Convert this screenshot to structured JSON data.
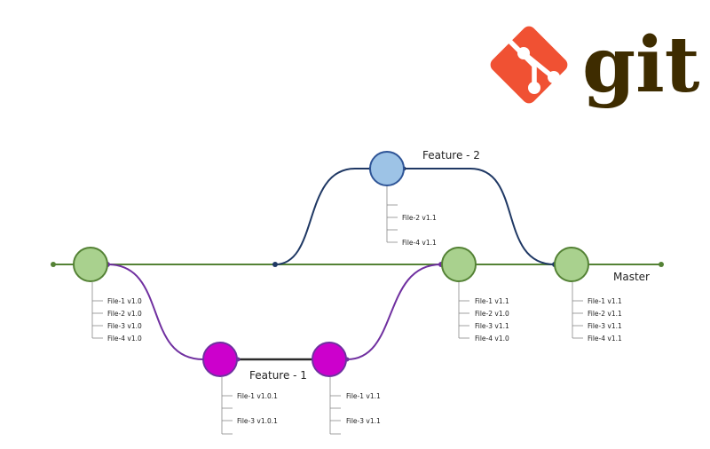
{
  "logo": {
    "text": "git",
    "mark_color": "#f05133",
    "text_color": "#3e2c00"
  },
  "colors": {
    "master_line": "#548235",
    "master_node_fill": "#a9d18e",
    "master_node_stroke": "#548235",
    "feature1_line": "#7030a0",
    "feature1_node_fill": "#cc00cc",
    "feature1_node_stroke": "#7030a0",
    "feature2_line": "#1f3864",
    "feature2_node_fill": "#9dc3e6",
    "feature2_node_stroke": "#2f5597"
  },
  "branches": {
    "master": "Master",
    "feature1": "Feature - 1",
    "feature2": "Feature - 2"
  },
  "commits": [
    {
      "id": "m1",
      "branch": "master",
      "files": [
        "File-1 v1.0",
        "File-2 v1.0",
        "File-3 v1.0",
        "File-4 v1.0"
      ]
    },
    {
      "id": "f2a",
      "branch": "feature2",
      "files": [
        "",
        "File-2 v1.1",
        "",
        "File-4 v1.1"
      ]
    },
    {
      "id": "m2",
      "branch": "master",
      "files": [
        "File-1 v1.1",
        "File-2 v1.0",
        "File-3 v1.1",
        "File-4 v1.0"
      ]
    },
    {
      "id": "m3",
      "branch": "master",
      "files": [
        "File-1 v1.1",
        "File-2 v1.1",
        "File-3 v1.1",
        "File-4 v1.1"
      ]
    },
    {
      "id": "f1a",
      "branch": "feature1",
      "files": [
        "File-1 v1.0.1",
        "",
        "File-3 v1.0.1",
        ""
      ]
    },
    {
      "id": "f1b",
      "branch": "feature1",
      "files": [
        "File-1 v1.1",
        "",
        "File-3 v1.1",
        ""
      ]
    }
  ]
}
